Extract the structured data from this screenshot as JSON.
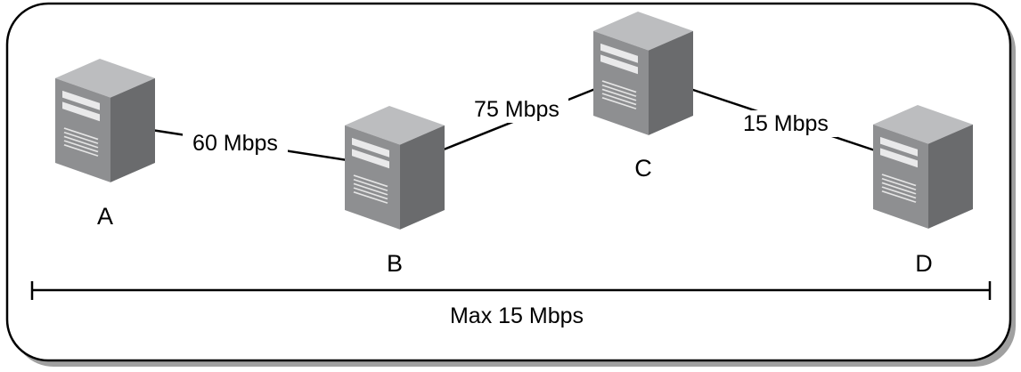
{
  "nodes": [
    {
      "id": "A",
      "label": "A"
    },
    {
      "id": "B",
      "label": "B"
    },
    {
      "id": "C",
      "label": "C"
    },
    {
      "id": "D",
      "label": "D"
    }
  ],
  "links": [
    {
      "from": "A",
      "to": "B",
      "label": "60 Mbps"
    },
    {
      "from": "B",
      "to": "C",
      "label": "75 Mbps"
    },
    {
      "from": "C",
      "to": "D",
      "label": "15 Mbps"
    }
  ],
  "summary": {
    "label": "Max 15 Mbps"
  },
  "icon": "server-tower-icon",
  "colors": {
    "server_front": "#8e8f91",
    "server_side": "#6a6b6d",
    "server_top": "#bcbdbf",
    "border": "#000000"
  }
}
